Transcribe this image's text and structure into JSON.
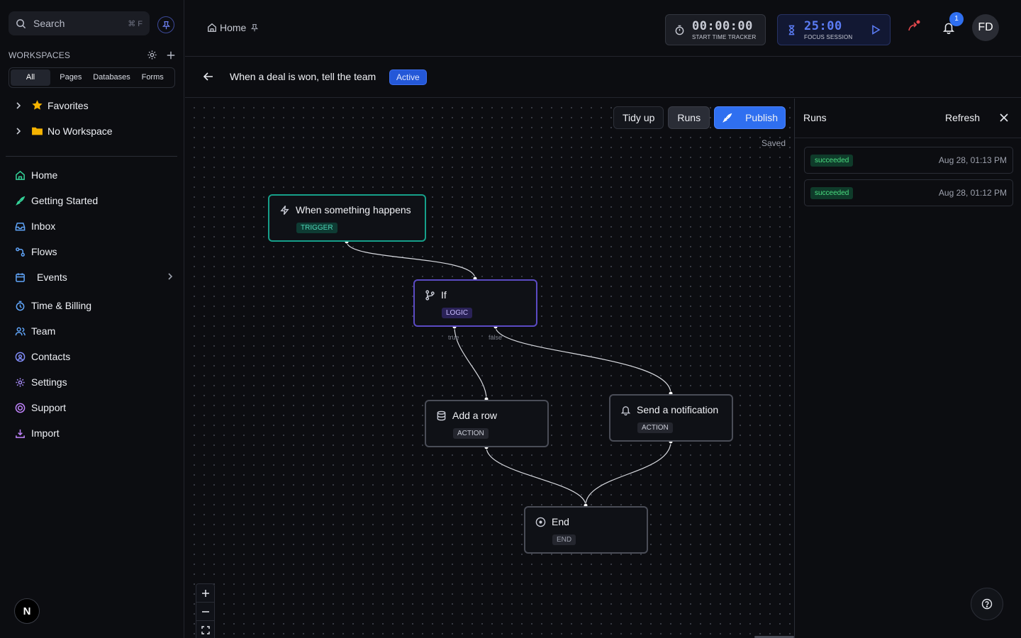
{
  "sidebar": {
    "search": {
      "label": "Search",
      "shortcut": "⌘ F"
    },
    "workspaces_label": "WORKSPACES",
    "filters": [
      "All",
      "Pages",
      "Databases",
      "Forms"
    ],
    "tree": [
      {
        "label": "Favorites",
        "icon": "star-icon"
      },
      {
        "label": "No Workspace",
        "icon": "folder-icon"
      }
    ],
    "nav": [
      {
        "label": "Home",
        "icon": "home-icon"
      },
      {
        "label": "Getting Started",
        "icon": "rocket-icon"
      },
      {
        "label": "Inbox",
        "icon": "inbox-icon"
      },
      {
        "label": "Flows",
        "icon": "flows-icon"
      },
      {
        "label": "Events",
        "icon": "calendar-icon"
      },
      {
        "label": "Time & Billing",
        "icon": "clock-icon"
      },
      {
        "label": "Team",
        "icon": "team-icon"
      },
      {
        "label": "Contacts",
        "icon": "contacts-icon"
      },
      {
        "label": "Settings",
        "icon": "gear-icon"
      },
      {
        "label": "Support",
        "icon": "support-icon"
      },
      {
        "label": "Import",
        "icon": "import-icon"
      }
    ],
    "logo_letter": "N"
  },
  "topbar": {
    "breadcrumb": "Home",
    "time_tracker": {
      "value": "00:00:00",
      "label": "START TIME TRACKER"
    },
    "focus_session": {
      "value": "25:00",
      "label": "FOCUS SESSION"
    },
    "notification_count": "1",
    "avatar_initials": "FD"
  },
  "flow": {
    "title": "When a deal is won, tell the team",
    "status": "Active",
    "toolbar": {
      "tidy": "Tidy up",
      "runs": "Runs",
      "publish": "Publish"
    },
    "saved": "Saved",
    "nodes": {
      "trigger": {
        "title": "When something happens",
        "tag": "TRIGGER"
      },
      "if": {
        "title": "If",
        "tag": "LOGIC",
        "true_label": "true",
        "false_label": "false"
      },
      "row": {
        "title": "Add a row",
        "tag": "ACTION"
      },
      "notify": {
        "title": "Send a notification",
        "tag": "ACTION"
      },
      "end": {
        "title": "End",
        "tag": "END"
      }
    }
  },
  "runs_panel": {
    "title": "Runs",
    "refresh": "Refresh",
    "runs": [
      {
        "status": "succeeded",
        "date": "Aug 28, 01:13 PM"
      },
      {
        "status": "succeeded",
        "date": "Aug 28, 01:12 PM"
      }
    ]
  },
  "colors": {
    "accent": "#2f6ff0",
    "trigger_border": "#16a08a",
    "logic_border": "#5b4bc4",
    "success": "#4ade80"
  }
}
